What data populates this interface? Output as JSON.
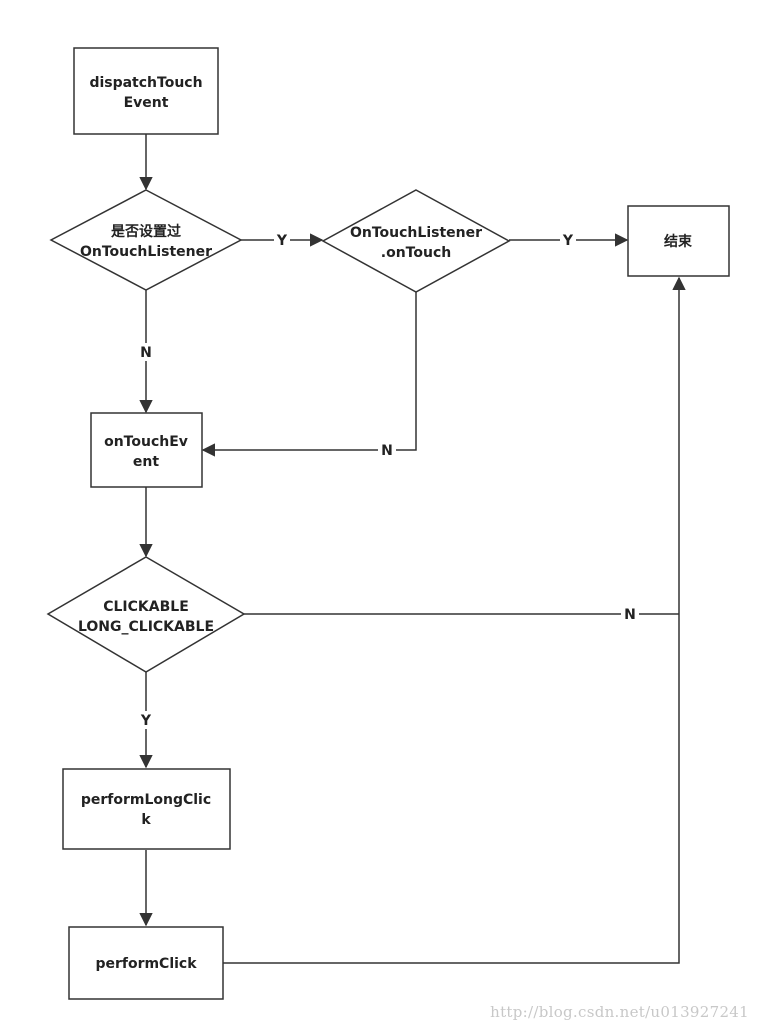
{
  "nodes": {
    "dispatch": {
      "line1": "dispatchTouch",
      "line2": "Event"
    },
    "has_listener": {
      "line1": "是否设置过",
      "line2": "OnTouchListener"
    },
    "listener_ontouch": {
      "line1": "OnTouchListener",
      "line2": ".onTouch"
    },
    "end": {
      "line1": "结束"
    },
    "ontouchevent": {
      "line1": "onTouchEv",
      "line2": "ent"
    },
    "clickable": {
      "line1": "CLICKABLE",
      "line2": "LONG_CLICKABLE"
    },
    "longclick": {
      "line1": "performLongClic",
      "line2": "k"
    },
    "click": {
      "line1": "performClick"
    }
  },
  "edges": {
    "has_listener_to_ontouch": "Y",
    "ontouch_to_end": "Y",
    "has_listener_to_ontouchevent": "N",
    "ontouch_to_ontouchevent": "N",
    "clickable_to_end": "N",
    "clickable_to_longclick": "Y"
  },
  "watermark": "http://blog.csdn.net/u013927241"
}
